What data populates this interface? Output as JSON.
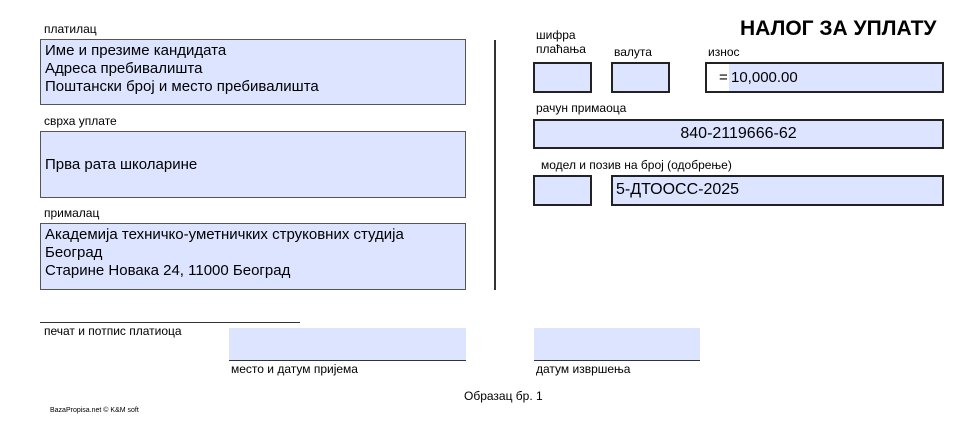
{
  "form": {
    "title": "НАЛОГ ЗА УПЛАТУ",
    "payer": {
      "label": "платилац",
      "lines": [
        "Име и презиме кандидата",
        "Адреса пребивалишта",
        "Поштански број и место пребивалишта"
      ]
    },
    "purpose": {
      "label": "сврха уплате",
      "value": "Прва рата школарине"
    },
    "recipient": {
      "label": "прималац",
      "lines": [
        "Академија техничко-уметничких струковних студија",
        "Београд",
        "Старине Новака 24, 11000 Београд"
      ]
    },
    "payment_code": {
      "label_line1": "шифра",
      "label_line2": "плаћања",
      "value": ""
    },
    "currency": {
      "label": "валута",
      "value": ""
    },
    "amount": {
      "label": "износ",
      "prefix": "=",
      "value": "10,000.00"
    },
    "recipient_account": {
      "label": "рачун примаоца",
      "value": "840-2119666-62"
    },
    "reference": {
      "label": "модел и позив на број (одобрење)",
      "model": "",
      "number": "5-ДТООСС-2025"
    },
    "signature_label": "печат и потпис платиоца",
    "place_date_label": "место и датум пријема",
    "execution_date_label": "датум извршења",
    "form_number": "Образац бр. 1",
    "footer_credit": "BazaPropisa.net © K&M soft"
  }
}
